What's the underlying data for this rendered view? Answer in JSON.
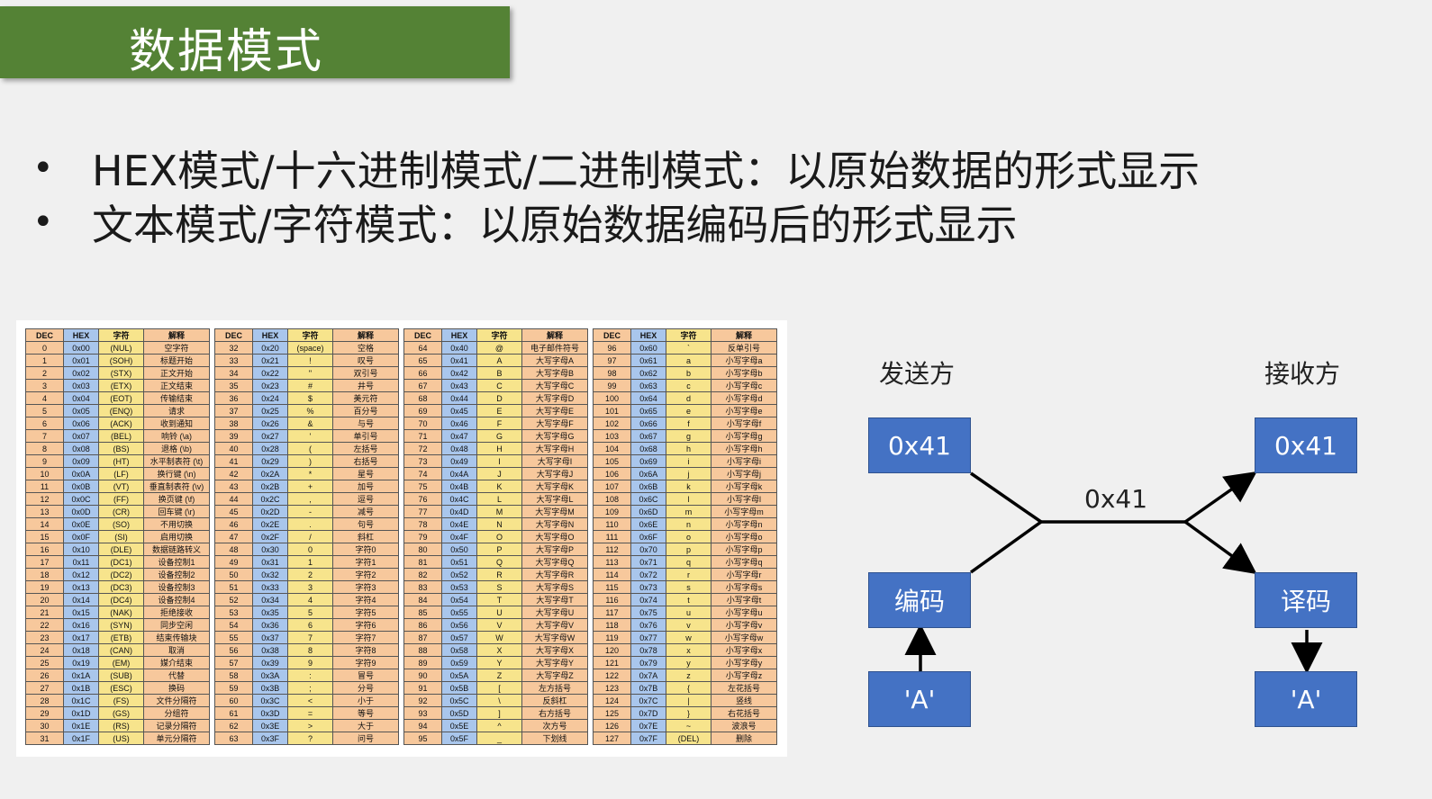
{
  "title": "数据模式",
  "bullets": [
    "HEX模式/十六进制模式/二进制模式：以原始数据的形式显示",
    "文本模式/字符模式：以原始数据编码后的形式显示"
  ],
  "bullet_symbol": "•",
  "ascii_table": {
    "headers": [
      "DEC",
      "HEX",
      "字符",
      "解释"
    ],
    "blocks": [
      [
        [
          "0",
          "0x00",
          "(NUL)",
          "空字符"
        ],
        [
          "1",
          "0x01",
          "(SOH)",
          "标题开始"
        ],
        [
          "2",
          "0x02",
          "(STX)",
          "正文开始"
        ],
        [
          "3",
          "0x03",
          "(ETX)",
          "正文结束"
        ],
        [
          "4",
          "0x04",
          "(EOT)",
          "传输结束"
        ],
        [
          "5",
          "0x05",
          "(ENQ)",
          "请求"
        ],
        [
          "6",
          "0x06",
          "(ACK)",
          "收到通知"
        ],
        [
          "7",
          "0x07",
          "(BEL)",
          "响铃 (\\a)"
        ],
        [
          "8",
          "0x08",
          "(BS)",
          "退格 (\\b)"
        ],
        [
          "9",
          "0x09",
          "(HT)",
          "水平制表符 (\\t)"
        ],
        [
          "10",
          "0x0A",
          "(LF)",
          "换行键 (\\n)"
        ],
        [
          "11",
          "0x0B",
          "(VT)",
          "垂直制表符 (\\v)"
        ],
        [
          "12",
          "0x0C",
          "(FF)",
          "换页键 (\\f)"
        ],
        [
          "13",
          "0x0D",
          "(CR)",
          "回车键 (\\r)"
        ],
        [
          "14",
          "0x0E",
          "(SO)",
          "不用切换"
        ],
        [
          "15",
          "0x0F",
          "(SI)",
          "启用切换"
        ],
        [
          "16",
          "0x10",
          "(DLE)",
          "数据链路转义"
        ],
        [
          "17",
          "0x11",
          "(DC1)",
          "设备控制1"
        ],
        [
          "18",
          "0x12",
          "(DC2)",
          "设备控制2"
        ],
        [
          "19",
          "0x13",
          "(DC3)",
          "设备控制3"
        ],
        [
          "20",
          "0x14",
          "(DC4)",
          "设备控制4"
        ],
        [
          "21",
          "0x15",
          "(NAK)",
          "拒绝接收"
        ],
        [
          "22",
          "0x16",
          "(SYN)",
          "同步空闲"
        ],
        [
          "23",
          "0x17",
          "(ETB)",
          "结束传输块"
        ],
        [
          "24",
          "0x18",
          "(CAN)",
          "取消"
        ],
        [
          "25",
          "0x19",
          "(EM)",
          "媒介结束"
        ],
        [
          "26",
          "0x1A",
          "(SUB)",
          "代替"
        ],
        [
          "27",
          "0x1B",
          "(ESC)",
          "换码"
        ],
        [
          "28",
          "0x1C",
          "(FS)",
          "文件分隔符"
        ],
        [
          "29",
          "0x1D",
          "(GS)",
          "分组符"
        ],
        [
          "30",
          "0x1E",
          "(RS)",
          "记录分隔符"
        ],
        [
          "31",
          "0x1F",
          "(US)",
          "单元分隔符"
        ]
      ],
      [
        [
          "32",
          "0x20",
          "(space)",
          "空格"
        ],
        [
          "33",
          "0x21",
          "!",
          "叹号"
        ],
        [
          "34",
          "0x22",
          "\"",
          "双引号"
        ],
        [
          "35",
          "0x23",
          "#",
          "井号"
        ],
        [
          "36",
          "0x24",
          "$",
          "美元符"
        ],
        [
          "37",
          "0x25",
          "%",
          "百分号"
        ],
        [
          "38",
          "0x26",
          "&",
          "与号"
        ],
        [
          "39",
          "0x27",
          "'",
          "单引号"
        ],
        [
          "40",
          "0x28",
          "(",
          "左括号"
        ],
        [
          "41",
          "0x29",
          ")",
          "右括号"
        ],
        [
          "42",
          "0x2A",
          "*",
          "星号"
        ],
        [
          "43",
          "0x2B",
          "+",
          "加号"
        ],
        [
          "44",
          "0x2C",
          ",",
          "逗号"
        ],
        [
          "45",
          "0x2D",
          "-",
          "减号"
        ],
        [
          "46",
          "0x2E",
          ".",
          "句号"
        ],
        [
          "47",
          "0x2F",
          "/",
          "斜杠"
        ],
        [
          "48",
          "0x30",
          "0",
          "字符0"
        ],
        [
          "49",
          "0x31",
          "1",
          "字符1"
        ],
        [
          "50",
          "0x32",
          "2",
          "字符2"
        ],
        [
          "51",
          "0x33",
          "3",
          "字符3"
        ],
        [
          "52",
          "0x34",
          "4",
          "字符4"
        ],
        [
          "53",
          "0x35",
          "5",
          "字符5"
        ],
        [
          "54",
          "0x36",
          "6",
          "字符6"
        ],
        [
          "55",
          "0x37",
          "7",
          "字符7"
        ],
        [
          "56",
          "0x38",
          "8",
          "字符8"
        ],
        [
          "57",
          "0x39",
          "9",
          "字符9"
        ],
        [
          "58",
          "0x3A",
          ":",
          "冒号"
        ],
        [
          "59",
          "0x3B",
          ";",
          "分号"
        ],
        [
          "60",
          "0x3C",
          "<",
          "小于"
        ],
        [
          "61",
          "0x3D",
          "=",
          "等号"
        ],
        [
          "62",
          "0x3E",
          ">",
          "大于"
        ],
        [
          "63",
          "0x3F",
          "?",
          "问号"
        ]
      ],
      [
        [
          "64",
          "0x40",
          "@",
          "电子邮件符号"
        ],
        [
          "65",
          "0x41",
          "A",
          "大写字母A"
        ],
        [
          "66",
          "0x42",
          "B",
          "大写字母B"
        ],
        [
          "67",
          "0x43",
          "C",
          "大写字母C"
        ],
        [
          "68",
          "0x44",
          "D",
          "大写字母D"
        ],
        [
          "69",
          "0x45",
          "E",
          "大写字母E"
        ],
        [
          "70",
          "0x46",
          "F",
          "大写字母F"
        ],
        [
          "71",
          "0x47",
          "G",
          "大写字母G"
        ],
        [
          "72",
          "0x48",
          "H",
          "大写字母H"
        ],
        [
          "73",
          "0x49",
          "I",
          "大写字母I"
        ],
        [
          "74",
          "0x4A",
          "J",
          "大写字母J"
        ],
        [
          "75",
          "0x4B",
          "K",
          "大写字母K"
        ],
        [
          "76",
          "0x4C",
          "L",
          "大写字母L"
        ],
        [
          "77",
          "0x4D",
          "M",
          "大写字母M"
        ],
        [
          "78",
          "0x4E",
          "N",
          "大写字母N"
        ],
        [
          "79",
          "0x4F",
          "O",
          "大写字母O"
        ],
        [
          "80",
          "0x50",
          "P",
          "大写字母P"
        ],
        [
          "81",
          "0x51",
          "Q",
          "大写字母Q"
        ],
        [
          "82",
          "0x52",
          "R",
          "大写字母R"
        ],
        [
          "83",
          "0x53",
          "S",
          "大写字母S"
        ],
        [
          "84",
          "0x54",
          "T",
          "大写字母T"
        ],
        [
          "85",
          "0x55",
          "U",
          "大写字母U"
        ],
        [
          "86",
          "0x56",
          "V",
          "大写字母V"
        ],
        [
          "87",
          "0x57",
          "W",
          "大写字母W"
        ],
        [
          "88",
          "0x58",
          "X",
          "大写字母X"
        ],
        [
          "89",
          "0x59",
          "Y",
          "大写字母Y"
        ],
        [
          "90",
          "0x5A",
          "Z",
          "大写字母Z"
        ],
        [
          "91",
          "0x5B",
          "[",
          "左方括号"
        ],
        [
          "92",
          "0x5C",
          "\\",
          "反斜杠"
        ],
        [
          "93",
          "0x5D",
          "]",
          "右方括号"
        ],
        [
          "94",
          "0x5E",
          "^",
          "次方号"
        ],
        [
          "95",
          "0x5F",
          "_",
          "下划线"
        ]
      ],
      [
        [
          "96",
          "0x60",
          "`",
          "反单引号"
        ],
        [
          "97",
          "0x61",
          "a",
          "小写字母a"
        ],
        [
          "98",
          "0x62",
          "b",
          "小写字母b"
        ],
        [
          "99",
          "0x63",
          "c",
          "小写字母c"
        ],
        [
          "100",
          "0x64",
          "d",
          "小写字母d"
        ],
        [
          "101",
          "0x65",
          "e",
          "小写字母e"
        ],
        [
          "102",
          "0x66",
          "f",
          "小写字母f"
        ],
        [
          "103",
          "0x67",
          "g",
          "小写字母g"
        ],
        [
          "104",
          "0x68",
          "h",
          "小写字母h"
        ],
        [
          "105",
          "0x69",
          "i",
          "小写字母i"
        ],
        [
          "106",
          "0x6A",
          "j",
          "小写字母j"
        ],
        [
          "107",
          "0x6B",
          "k",
          "小写字母k"
        ],
        [
          "108",
          "0x6C",
          "l",
          "小写字母l"
        ],
        [
          "109",
          "0x6D",
          "m",
          "小写字母m"
        ],
        [
          "110",
          "0x6E",
          "n",
          "小写字母n"
        ],
        [
          "111",
          "0x6F",
          "o",
          "小写字母o"
        ],
        [
          "112",
          "0x70",
          "p",
          "小写字母p"
        ],
        [
          "113",
          "0x71",
          "q",
          "小写字母q"
        ],
        [
          "114",
          "0x72",
          "r",
          "小写字母r"
        ],
        [
          "115",
          "0x73",
          "s",
          "小写字母s"
        ],
        [
          "116",
          "0x74",
          "t",
          "小写字母t"
        ],
        [
          "117",
          "0x75",
          "u",
          "小写字母u"
        ],
        [
          "118",
          "0x76",
          "v",
          "小写字母v"
        ],
        [
          "119",
          "0x77",
          "w",
          "小写字母w"
        ],
        [
          "120",
          "0x78",
          "x",
          "小写字母x"
        ],
        [
          "121",
          "0x79",
          "y",
          "小写字母y"
        ],
        [
          "122",
          "0x7A",
          "z",
          "小写字母z"
        ],
        [
          "123",
          "0x7B",
          "{",
          "左花括号"
        ],
        [
          "124",
          "0x7C",
          "|",
          "竖线"
        ],
        [
          "125",
          "0x7D",
          "}",
          "右花括号"
        ],
        [
          "126",
          "0x7E",
          "~",
          "波浪号"
        ],
        [
          "127",
          "0x7F",
          "(DEL)",
          "删除"
        ]
      ]
    ]
  },
  "diagram": {
    "sender_label": "发送方",
    "receiver_label": "接收方",
    "sender_box": "0x41",
    "receiver_box": "0x41",
    "line_label": "0x41",
    "encode_box": "编码",
    "decode_box": "译码",
    "input_char": "'A'",
    "output_char": "'A'"
  }
}
